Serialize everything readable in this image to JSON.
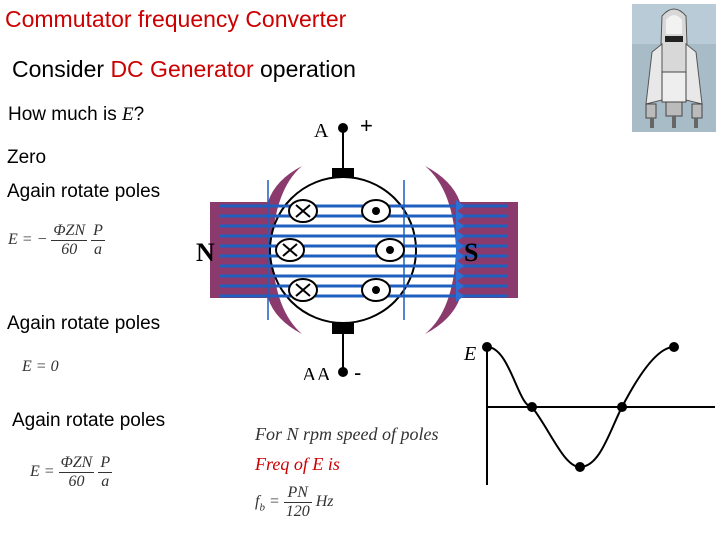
{
  "slide": {
    "title": "Commutator frequency Converter",
    "subtitle_prefix": "Consider ",
    "subtitle_highlight": "DC Generator",
    "subtitle_suffix": " operation",
    "question_prefix": "How much is ",
    "question_var": "E",
    "question_suffix": "?",
    "answer_zero": "Zero",
    "again_rotate_1": "Again rotate poles",
    "again_rotate_2": "Again rotate poles",
    "again_rotate_3": "Again rotate poles"
  },
  "equations": {
    "emf_negative": {
      "lhs": "E = −",
      "num": "ΦZN",
      "den": "60",
      "num2": "P",
      "den2": "a"
    },
    "emf_zero": "E = 0",
    "emf_positive": {
      "lhs": "E =",
      "num": "ΦZN",
      "den": "60",
      "num2": "P",
      "den2": "a"
    },
    "frequency": {
      "lhs": "f",
      "sub": "b",
      "eq": "=",
      "num": "PN",
      "den": "120",
      "unit": "Hz"
    }
  },
  "machine": {
    "pole_north": "N",
    "pole_south": "S",
    "brush_top_label": "A",
    "brush_top_sign": "+",
    "brush_bottom_label": "AA",
    "brush_bottom_sign": "-",
    "colors": {
      "pole": "#8b3a6e",
      "flux": "#1f5fbf",
      "flux_arrow": "#2b6fd6"
    }
  },
  "waveform": {
    "axis_label": "E"
  },
  "notes": {
    "line1": "For N rpm speed of poles",
    "line2": "Freq of E is"
  },
  "icons": {
    "image": "space-shuttle-icon"
  }
}
